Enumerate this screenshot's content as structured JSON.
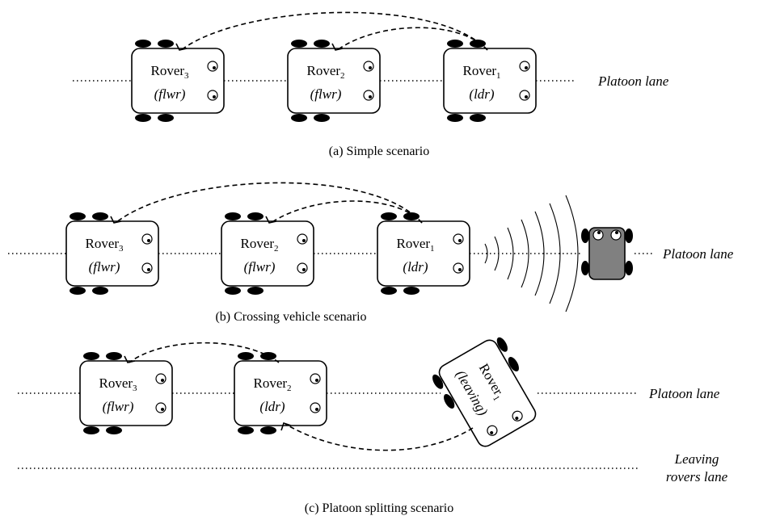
{
  "scenario_a": {
    "caption": "(a) Simple scenario",
    "lane_label": "Platoon lane",
    "rovers": [
      {
        "name": "Rover",
        "index": "3",
        "role": "(flwr)"
      },
      {
        "name": "Rover",
        "index": "2",
        "role": "(flwr)"
      },
      {
        "name": "Rover",
        "index": "1",
        "role": "(ldr)"
      }
    ]
  },
  "scenario_b": {
    "caption": "(b) Crossing vehicle scenario",
    "lane_label": "Platoon lane",
    "rovers": [
      {
        "name": "Rover",
        "index": "3",
        "role": "(flwr)"
      },
      {
        "name": "Rover",
        "index": "2",
        "role": "(flwr)"
      },
      {
        "name": "Rover",
        "index": "1",
        "role": "(ldr)"
      }
    ],
    "crossing_vehicle_color": "#808080"
  },
  "scenario_c": {
    "caption": "(c) Platoon splitting scenario",
    "lane_label": "Platoon lane",
    "leaving_lane_label_line1": "Leaving",
    "leaving_lane_label_line2": "rovers lane",
    "rovers": [
      {
        "name": "Rover",
        "index": "3",
        "role": "(flwr)"
      },
      {
        "name": "Rover",
        "index": "2",
        "role": "(ldr)"
      },
      {
        "name": "Rover",
        "index": "1",
        "role": "(leaving)"
      }
    ]
  }
}
